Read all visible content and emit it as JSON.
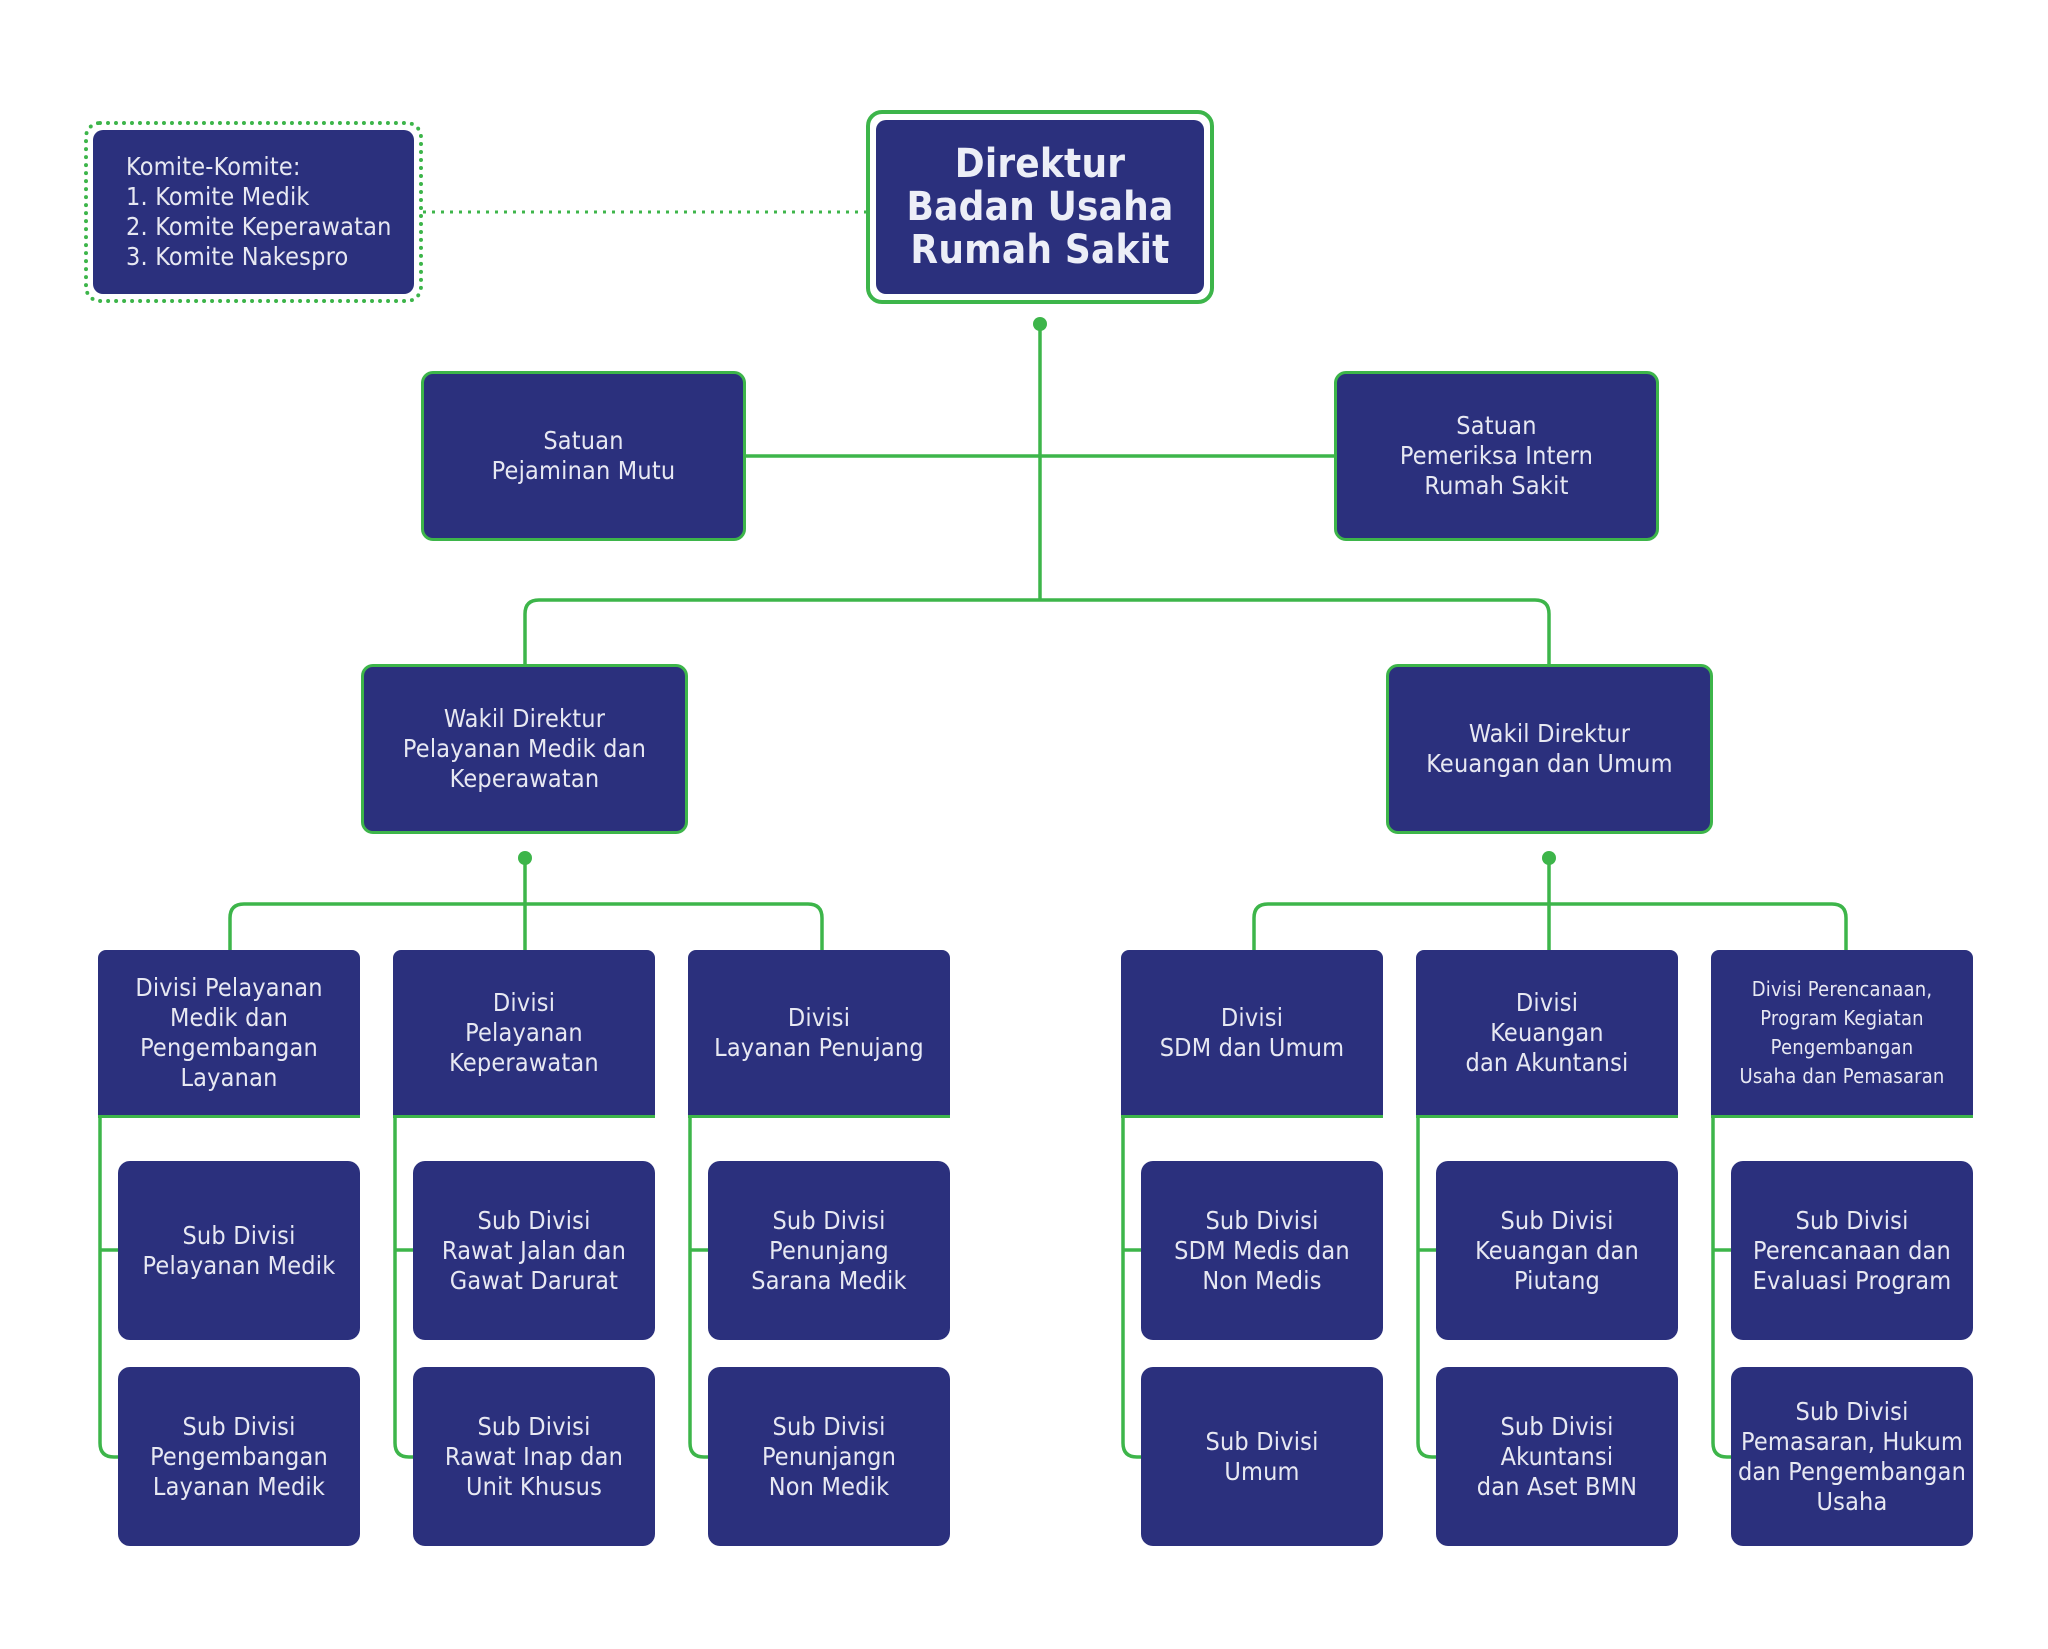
{
  "director": {
    "label": "Direktur\nBadan Usaha\nRumah Sakit"
  },
  "committees": {
    "label": "Komite-Komite:\n1. Komite Medik\n2. Komite Keperawatan\n3. Komite Nakespro"
  },
  "units": {
    "quality": "Satuan\nPejaminan Mutu",
    "audit": "Satuan\nPemeriksa Intern\nRumah Sakit"
  },
  "deputies": {
    "medical": "Wakil Direktur\nPelayanan Medik dan\nKeperawatan",
    "finance": "Wakil Direktur\nKeuangan dan Umum"
  },
  "divisions": [
    {
      "label": "Divisi Pelayanan\nMedik dan\nPengembangan\nLayanan",
      "subs": [
        "Sub Divisi\nPelayanan Medik",
        "Sub Divisi\nPengembangan\nLayanan Medik"
      ]
    },
    {
      "label": "Divisi\nPelayanan\nKeperawatan",
      "subs": [
        "Sub Divisi\nRawat Jalan dan\nGawat Darurat",
        "Sub Divisi\nRawat Inap dan\nUnit Khusus"
      ]
    },
    {
      "label": "Divisi\nLayanan Penujang",
      "subs": [
        "Sub Divisi\nPenunjang\nSarana Medik",
        "Sub Divisi\nPenunjangn\nNon Medik"
      ]
    },
    {
      "label": "Divisi\nSDM dan Umum",
      "subs": [
        "Sub Divisi\nSDM Medis dan\nNon Medis",
        "Sub Divisi\nUmum"
      ]
    },
    {
      "label": "Divisi\nKeuangan\ndan Akuntansi",
      "subs": [
        "Sub Divisi\nKeuangan dan\nPiutang",
        "Sub Divisi\nAkuntansi\ndan Aset BMN"
      ]
    },
    {
      "label": "Divisi Perencanaan,\nProgram Kegiatan\nPengembangan\nUsaha dan Pemasaran",
      "subs": [
        "Sub Divisi\nPerencanaan dan\nEvaluasi Program",
        "Sub Divisi\nPemasaran, Hukum\ndan Pengembangan\nUsaha"
      ]
    }
  ],
  "colors": {
    "box": "#2b307d",
    "line": "#3db54a",
    "text": "#e7e8f2"
  }
}
